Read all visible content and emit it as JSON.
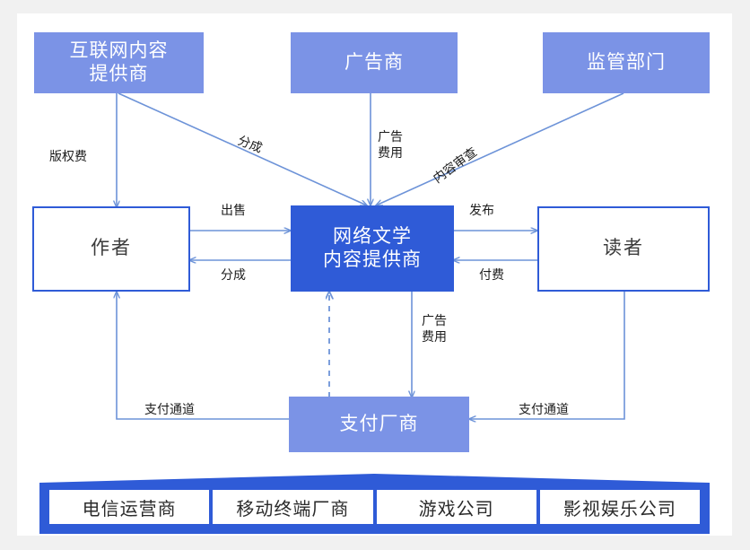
{
  "canvas": {
    "background": "#f1f1f1",
    "paper": "#ffffff",
    "accent_strong": "#2f5bd7",
    "accent_light": "#7b93e6"
  },
  "nodes": {
    "internet_content_provider": {
      "label": "互联网内容\n提供商",
      "style": "fill-light"
    },
    "advertiser": {
      "label": "广告商",
      "style": "fill-light"
    },
    "regulator": {
      "label": "监管部门",
      "style": "fill-light"
    },
    "author": {
      "label": "作者",
      "style": "outline"
    },
    "online_literature_provider": {
      "label": "网络文学\n内容提供商",
      "style": "fill-strong"
    },
    "reader": {
      "label": "读者",
      "style": "outline"
    },
    "payment_vendor": {
      "label": "支付厂商",
      "style": "fill-light"
    }
  },
  "edge_labels": {
    "copyright_fee": "版权费",
    "revenue_share_diagonal": "分成",
    "ad_fee_top": "广告\n费用",
    "content_review": "内容审查",
    "sell": "出售",
    "revenue_share": "分成",
    "publish": "发布",
    "pay": "付费",
    "ad_fee_bottom": "广告\n费用",
    "payment_channel_left": "支付通道",
    "payment_channel_right": "支付通道"
  },
  "banner": {
    "items": [
      {
        "label": "电信运营商"
      },
      {
        "label": "移动终端厂商"
      },
      {
        "label": "游戏公司"
      },
      {
        "label": "影视娱乐公司"
      }
    ]
  }
}
